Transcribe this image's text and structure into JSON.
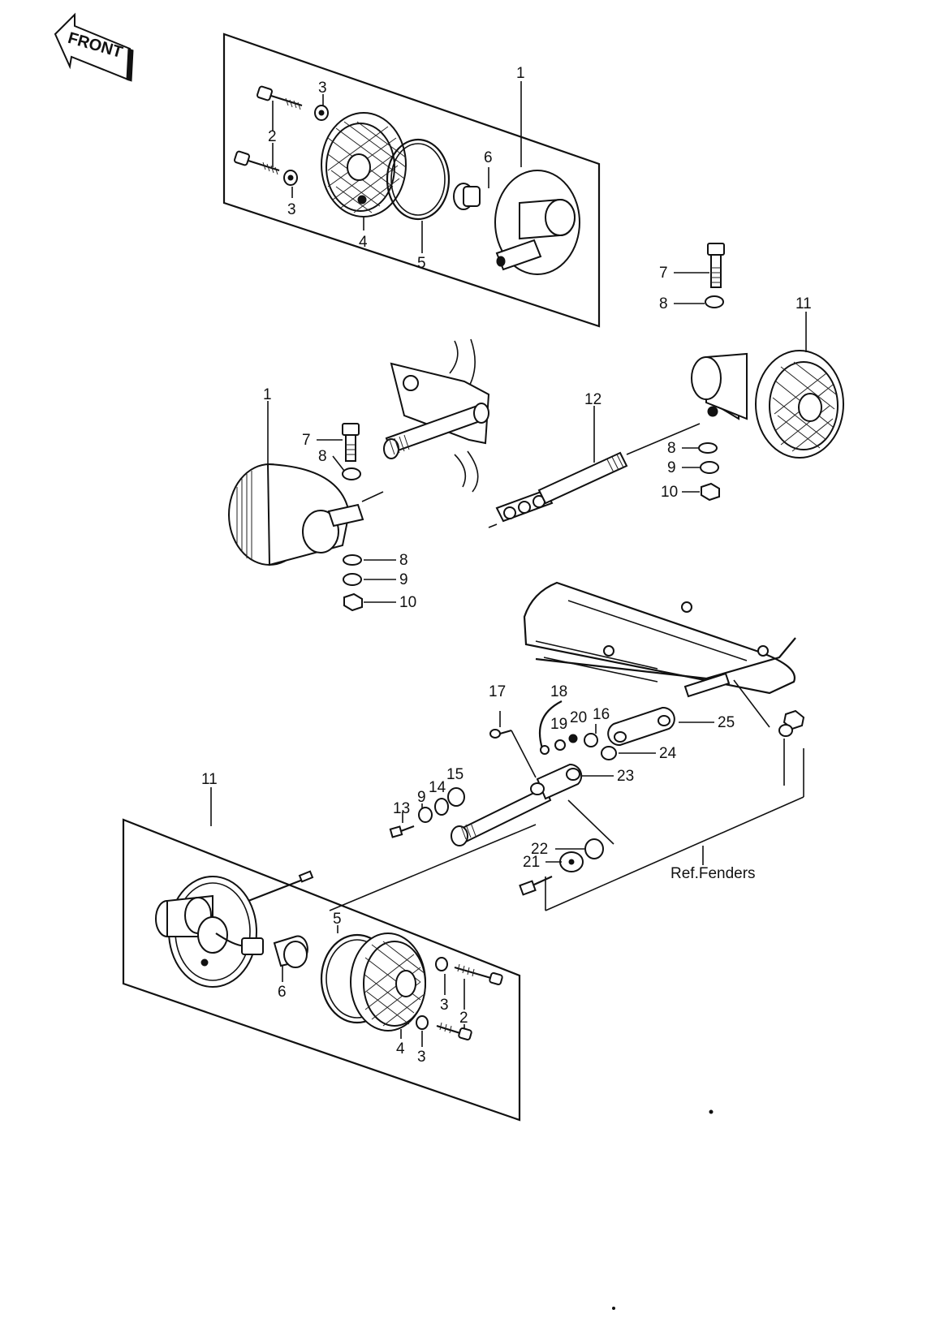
{
  "front_arrow": {
    "label": "FRONT"
  },
  "reference": {
    "fenders_label": "Ref.Fenders"
  },
  "callouts": [
    {
      "id": "c-top-1",
      "text": "1"
    },
    {
      "id": "c-top-2",
      "text": "2"
    },
    {
      "id": "c-top-3a",
      "text": "3"
    },
    {
      "id": "c-top-3b",
      "text": "3"
    },
    {
      "id": "c-top-4",
      "text": "4"
    },
    {
      "id": "c-top-5",
      "text": "5"
    },
    {
      "id": "c-top-6",
      "text": "6"
    },
    {
      "id": "c-mid-7a",
      "text": "7"
    },
    {
      "id": "c-mid-8a",
      "text": "8"
    },
    {
      "id": "c-mid-11",
      "text": "11"
    },
    {
      "id": "c-mid-1",
      "text": "1"
    },
    {
      "id": "c-mid-7b",
      "text": "7"
    },
    {
      "id": "c-mid-8b",
      "text": "8"
    },
    {
      "id": "c-mid-12",
      "text": "12"
    },
    {
      "id": "c-mid-8c",
      "text": "8"
    },
    {
      "id": "c-mid-9a",
      "text": "9"
    },
    {
      "id": "c-mid-10a",
      "text": "10"
    },
    {
      "id": "c-mid-8d",
      "text": "8"
    },
    {
      "id": "c-mid-9b",
      "text": "9"
    },
    {
      "id": "c-mid-10b",
      "text": "10"
    },
    {
      "id": "c-low-17",
      "text": "17"
    },
    {
      "id": "c-low-18",
      "text": "18"
    },
    {
      "id": "c-low-19",
      "text": "19"
    },
    {
      "id": "c-low-20",
      "text": "20"
    },
    {
      "id": "c-low-16",
      "text": "16"
    },
    {
      "id": "c-low-25",
      "text": "25"
    },
    {
      "id": "c-low-24",
      "text": "24"
    },
    {
      "id": "c-low-23",
      "text": "23"
    },
    {
      "id": "c-low-15",
      "text": "15"
    },
    {
      "id": "c-low-14",
      "text": "14"
    },
    {
      "id": "c-low-9",
      "text": "9"
    },
    {
      "id": "c-low-13",
      "text": "13"
    },
    {
      "id": "c-low-22",
      "text": "22"
    },
    {
      "id": "c-low-21",
      "text": "21"
    },
    {
      "id": "c-bot-11",
      "text": "11"
    },
    {
      "id": "c-bot-5",
      "text": "5"
    },
    {
      "id": "c-bot-6",
      "text": "6"
    },
    {
      "id": "c-bot-3a",
      "text": "3"
    },
    {
      "id": "c-bot-2",
      "text": "2"
    },
    {
      "id": "c-bot-4",
      "text": "4"
    },
    {
      "id": "c-bot-3b",
      "text": "3"
    }
  ]
}
